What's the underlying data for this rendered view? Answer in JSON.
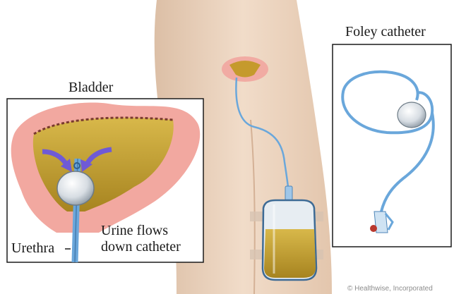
{
  "labels": {
    "bladder": "Bladder",
    "foley": "Foley catheter",
    "urine_line1": "Urine flows",
    "urine_line2": "down catheter",
    "urethra": "Urethra",
    "copyright": "© Healthwise, Incorporated"
  },
  "colors": {
    "skin": "#ead3bf",
    "skin_shadow": "#d9b89e",
    "bladder_wall": "#f2a8a0",
    "urine": "#c7a12a",
    "catheter": "#6aa7db",
    "arrow": "#6f5ad6",
    "frame": "#1a1a1a"
  }
}
